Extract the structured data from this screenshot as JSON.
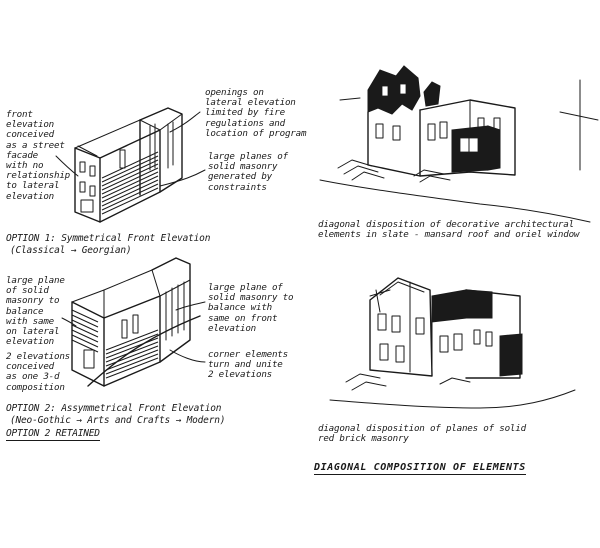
{
  "option1": {
    "heading": "OPTION 1: Symmetrical Front Elevation",
    "subheading": "(Classical → Georgian)",
    "left_note": "front\nelevation\nconceived\nas a street\nfacade\nwith no\nrelationship\nto lateral\nelevation",
    "right_note_top": "openings on\nlateral elevation\nlimited by fire\nregulations and\nlocation of program",
    "right_note_bottom": "large planes of\nsolid masonry\ngenerated by\nconstraints"
  },
  "option2": {
    "heading": "OPTION 2: Assymmetrical Front Elevation",
    "subheading": "(Neo-Gothic → Arts and Crafts → Modern)",
    "retained": "OPTION 2 RETAINED",
    "left_note_top": "large plane\nof solid\nmasonry to\nbalance\nwith same\non lateral\nelevation",
    "left_note_bottom": "2 elevations\nconceived\nas one 3-d\ncomposition",
    "right_note_top": "large plane of\nsolid masonry to\nbalance with\nsame on front\nelevation",
    "right_note_bottom": "corner elements\nturn and unite\n2 elevations"
  },
  "perspective_top": {
    "caption": "diagonal disposition of decorative architectural\nelements in slate - mansard roof and oriel window"
  },
  "perspective_bottom": {
    "caption": "diagonal disposition of planes of solid\nred brick masonry"
  },
  "footer": {
    "title": "DIAGONAL COMPOSITION OF ELEMENTS"
  }
}
